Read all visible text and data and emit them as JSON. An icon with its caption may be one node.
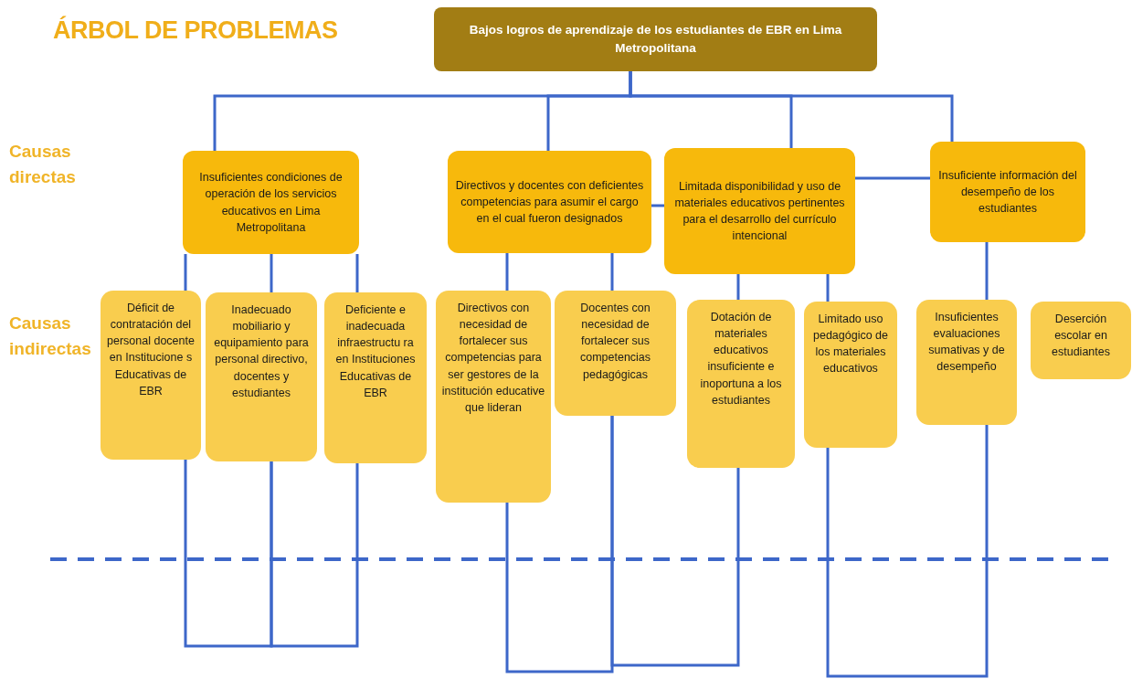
{
  "diagram": {
    "title": "ÁRBOL DE PROBLEMAS",
    "nodes": [
      {
        "text": [
          "Bajos logros de aprendizaje de los estudiantes de EBR en Lima Metropolitana"
        ]
      },
      {
        "text": [
          "Insuficientes condiciones de operación de los servicios educativos en Lima Metropolitana"
        ]
      },
      {
        "text": [
          "Directivos y docentes con deficientes competencias para asumir el cargo en el cual fueron designados"
        ]
      },
      {
        "text": [
          "Limitada disponibilidad y uso de materiales educativos pertinentes para el desarrollo del currículo intencional"
        ]
      },
      {
        "text": [
          "Insuficiente información del desempeño de los estudiantes"
        ]
      },
      {
        "text": [
          "Déficit de contratación del personal docente en Institucione s Educativas de EBR"
        ]
      },
      {
        "text": [
          "Inadecuado mobiliario y equipamiento para personal directivo, docentes y estudiantes"
        ]
      },
      {
        "text": [
          "Deficiente e inadecuada infraestructu ra en Instituciones Educativas de EBR"
        ]
      },
      {
        "text": [
          "Directivos con necesidad de fortalecer sus competencias para ser gestores de la institución educative que lideran"
        ]
      },
      {
        "text": [
          "Docentes con necesidad de fortalecer sus competencias pedagógicas"
        ]
      },
      {
        "text": [
          "Dotación de materiales educativos insuficiente e inoportuna a los estudiantes"
        ]
      },
      {
        "text": [
          "Limitado uso pedagógico de los materiales educativos"
        ]
      },
      {
        "text": [
          "Insuficientes evaluaciones sumativas y de desempeño"
        ]
      },
      {
        "text": [
          "Deserción escolar en estudiantes"
        ]
      }
    ],
    "edges": [
      {
        "from": 0,
        "to": 1,
        "arrow": "none"
      },
      {
        "from": 0,
        "to": 2,
        "arrow": "none"
      },
      {
        "from": 0,
        "to": 3,
        "arrow": "none"
      },
      {
        "from": 0,
        "to": 4,
        "arrow": "none"
      },
      {
        "from": 2,
        "to": 3,
        "arrow": "none"
      },
      {
        "from": 3,
        "to": 4,
        "arrow": "none"
      },
      {
        "from": 1,
        "to": 5,
        "arrow": "none"
      },
      {
        "from": 1,
        "to": 6,
        "arrow": "none"
      },
      {
        "from": 1,
        "to": 7,
        "arrow": "none"
      },
      {
        "from": 2,
        "to": 8,
        "arrow": "none"
      },
      {
        "from": 2,
        "to": 9,
        "arrow": "none"
      },
      {
        "from": 3,
        "to": 10,
        "arrow": "none"
      },
      {
        "from": 3,
        "to": 11,
        "arrow": "none"
      },
      {
        "from": 4,
        "to": 12,
        "arrow": "none"
      },
      {
        "from": 5,
        "to": 6,
        "arrow": "none"
      },
      {
        "from": 6,
        "to": 7,
        "arrow": "none"
      },
      {
        "from": 8,
        "to": 9,
        "arrow": "none"
      },
      {
        "from": 9,
        "to": 10,
        "arrow": "none"
      },
      {
        "from": 11,
        "to": 12,
        "arrow": "none"
      }
    ],
    "labels": [
      "Causas directas",
      "Causas indirectas"
    ]
  }
}
